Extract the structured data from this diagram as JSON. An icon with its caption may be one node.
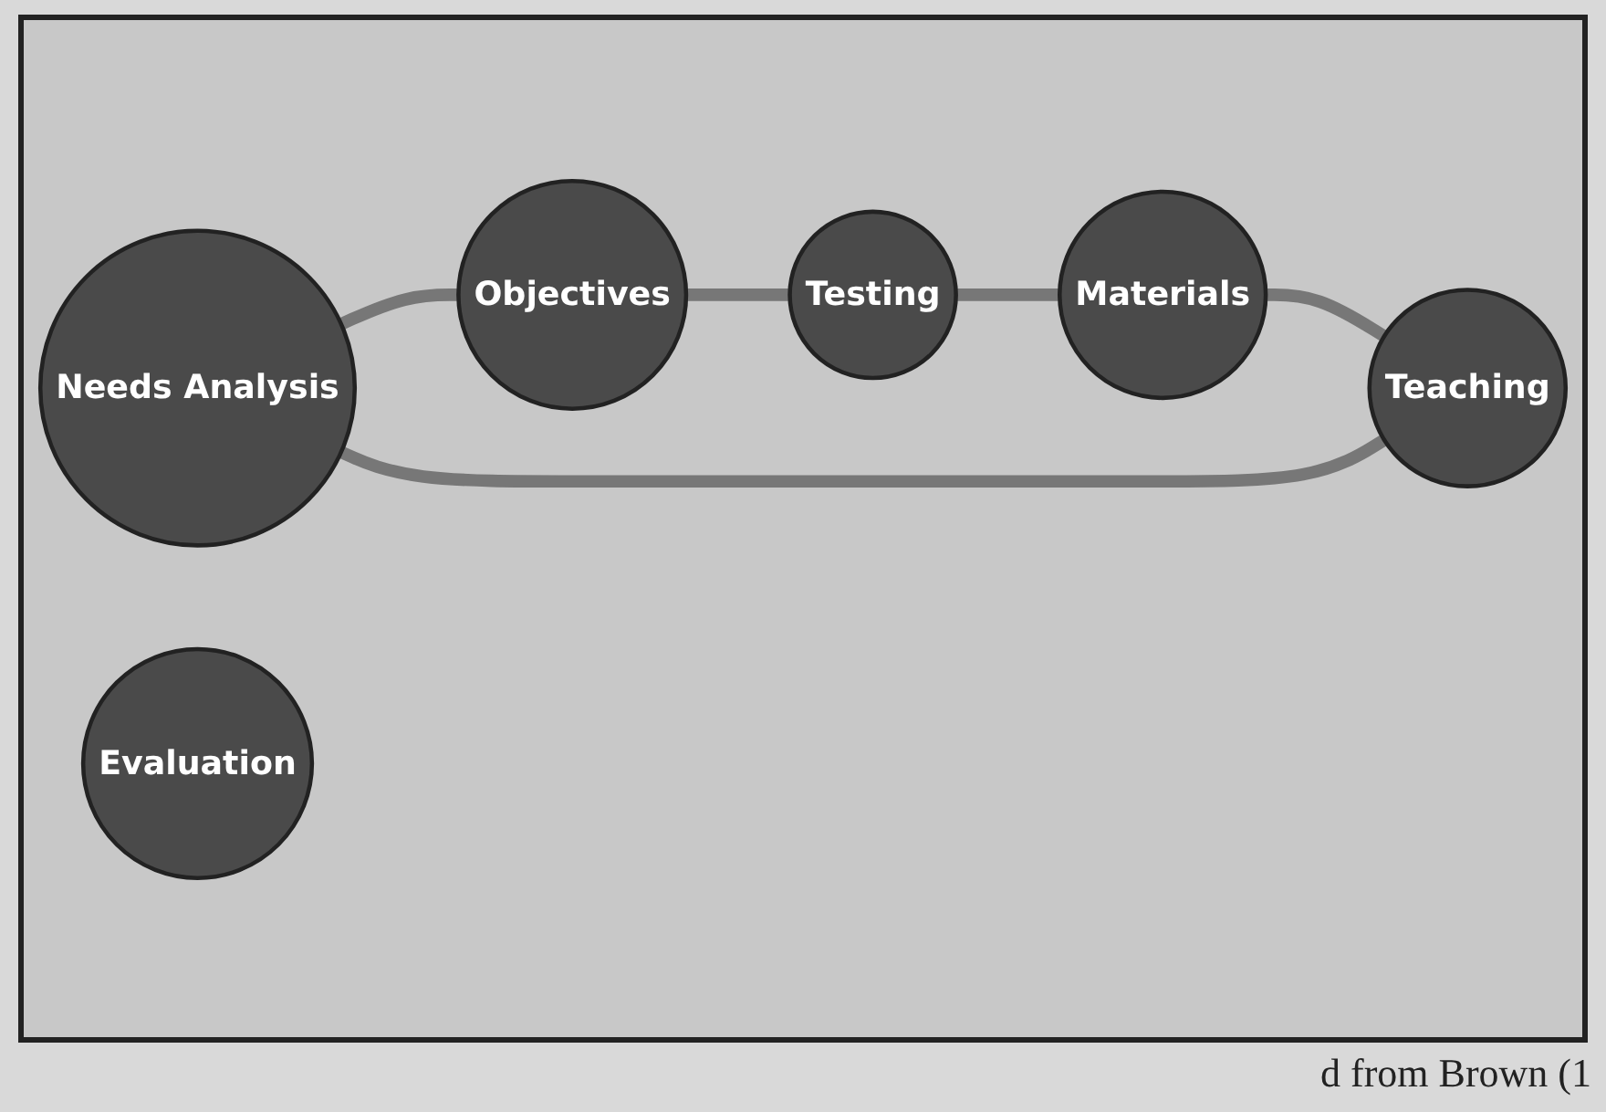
{
  "diagram": {
    "caption": "d from Brown (1",
    "nodes": [
      {
        "text": [
          "Needs Analysis"
        ]
      },
      {
        "text": [
          "Objectives"
        ]
      },
      {
        "text": [
          "Testing"
        ]
      },
      {
        "text": [
          "Materials"
        ]
      },
      {
        "text": [
          "Teaching"
        ]
      },
      {
        "text": [
          "Evaluation"
        ]
      }
    ],
    "edges": [
      {
        "from": 0,
        "to": 1,
        "arrow": "none"
      },
      {
        "from": 1,
        "to": 2,
        "arrow": "none"
      },
      {
        "from": 2,
        "to": 3,
        "arrow": "none"
      },
      {
        "from": 3,
        "to": 4,
        "arrow": "none"
      },
      {
        "from": 4,
        "to": 0,
        "arrow": "none"
      }
    ]
  }
}
